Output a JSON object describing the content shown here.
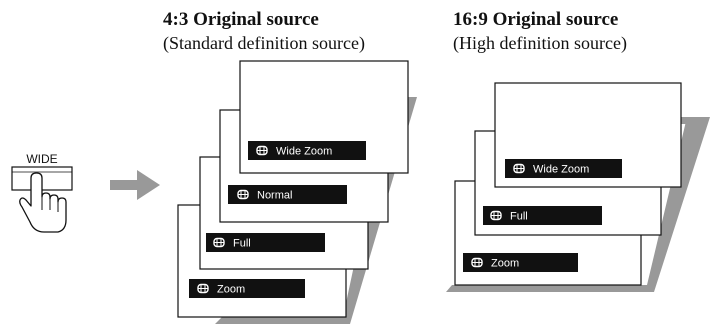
{
  "left_group": {
    "title": "4:3 Original source",
    "subtitle": "(Standard definition source)",
    "modes": [
      "Wide Zoom",
      "Normal",
      "Full",
      "Zoom"
    ]
  },
  "right_group": {
    "title": "16:9 Original source",
    "subtitle": "(High definition source)",
    "modes": [
      "Wide Zoom",
      "Full",
      "Zoom"
    ]
  },
  "button": {
    "label": "WIDE"
  },
  "icons": {
    "osd": "wide-mode-icon",
    "hand": "hand-pressing-icon",
    "arrow": "right-arrow-icon"
  },
  "colors": {
    "bar": "#111111",
    "cycle_arrow": "#999999",
    "press_arrow": "#999999"
  }
}
